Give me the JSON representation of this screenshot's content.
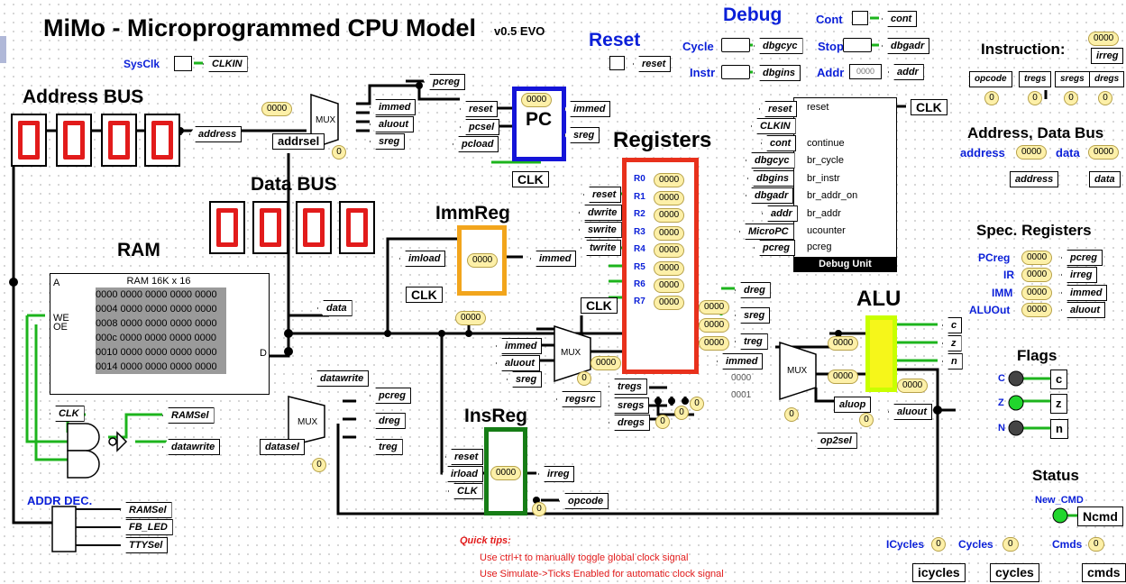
{
  "header": {
    "title": "MiMo - Microprogrammed CPU Model",
    "version": "v0.5 EVO"
  },
  "sections": {
    "address_bus": "Address BUS",
    "data_bus": "Data BUS",
    "ram": "RAM",
    "immreg": "ImmReg",
    "registers": "Registers",
    "alu": "ALU",
    "insreg": "InsReg",
    "pc": "PC",
    "debug": "Debug",
    "reset": "Reset",
    "instruction": "Instruction:",
    "addr_data_bus": "Address, Data Bus",
    "spec_regs": "Spec. Registers",
    "flags": "Flags",
    "status": "Status",
    "addr_dec": "ADDR DEC."
  },
  "clock": {
    "sysclk": "SysClk",
    "clkin": "CLKIN",
    "clk": "CLK"
  },
  "displays": {
    "address": [
      "0",
      "0",
      "0",
      "0"
    ],
    "data": [
      "0",
      "0",
      "0",
      "0"
    ]
  },
  "ram": {
    "title": "RAM 16K x 16",
    "pin_a": "A",
    "pin_we": "WE",
    "pin_oe": "OE",
    "pin_d": "D",
    "rows": [
      "0000 0000 0000 0000 0000",
      "0004 0000 0000 0000 0000",
      "0008 0000 0000 0000 0000",
      "000c 0000 0000 0000 0000",
      "0010 0000 0000 0000 0000",
      "0014 0000 0000 0000 0000"
    ]
  },
  "tags": {
    "address": "address",
    "data": "data",
    "datawrite": "datawrite",
    "pcreg": "pcreg",
    "dreg": "dreg",
    "treg": "treg",
    "datasel": "datasel",
    "addrsel": "addrsel",
    "immed": "immed",
    "aluout": "aluout",
    "sreg": "sreg",
    "reset": "reset",
    "pcsel": "pcsel",
    "pcload": "pcload",
    "imload": "imload",
    "dwrite": "dwrite",
    "swrite": "swrite",
    "twrite": "twrite",
    "regsrc": "regsrc",
    "tregs": "tregs",
    "sregs": "sregs",
    "dregs": "dregs",
    "irload": "irload",
    "irreg": "irreg",
    "opcode": "opcode",
    "aluop": "aluop",
    "op2sel": "op2sel",
    "ramsel": "RAMSel",
    "fb_led": "FB_LED",
    "ttysel": "TTYSel",
    "cycle": "Cycle",
    "instr": "Instr",
    "dbgcyc": "dbgcyc",
    "dbgins": "dbgins",
    "cont": "Cont",
    "stop": "Stop",
    "addr": "Addr",
    "cont_t": "cont",
    "dbgadr": "dbgadr",
    "addr_t": "addr",
    "c": "c",
    "z": "z",
    "n": "n",
    "Ncmd": "Ncmd",
    "new_cmd": "New_CMD",
    "icycles_l": "ICycles",
    "cycles_l": "Cycles",
    "cmds_l": "Cmds",
    "icycles": "icycles",
    "cycles": "cycles",
    "cmds": "cmds",
    "irreg_t": "irreg",
    "opcode_t": "opcode",
    "tregs_t": "tregs",
    "sregs_t": "sregs",
    "dregs_t": "dregs",
    "address_t": "address",
    "data_t": "data",
    "pcreg_t": "pcreg",
    "irreg2": "irreg",
    "immed_t": "immed",
    "aluout_t": "aluout",
    "MicroPC": "MicroPC",
    "CLKIN": "CLKIN"
  },
  "registers": {
    "names": [
      "R0",
      "R1",
      "R2",
      "R3",
      "R4",
      "R5",
      "R6",
      "R7"
    ],
    "values": [
      "0000",
      "0000",
      "0000",
      "0000",
      "0000",
      "0000",
      "0000",
      "0000"
    ]
  },
  "debug_unit": {
    "title": "Debug Unit",
    "inputs": [
      "reset",
      "CLKIN",
      "cont",
      "dbgcyc",
      "dbgins",
      "dbgadr",
      "addr",
      "MicroPC",
      "pcreg"
    ],
    "ports": [
      "reset",
      "continue",
      "br_cycle",
      "br_instr",
      "br_addr_on",
      "br_addr",
      "ucounter",
      "pcreg"
    ],
    "addr_val": "0000"
  },
  "values": {
    "hex": "0000",
    "zero": "0",
    "alt1": "0000",
    "alt2": "0001"
  },
  "spec_regs": {
    "labels": [
      "PCreg",
      "IR",
      "IMM",
      "ALUOut"
    ],
    "values": [
      "0000",
      "0000",
      "0000",
      "0000"
    ]
  },
  "flags": {
    "labels": [
      "C",
      "Z",
      "N"
    ],
    "tags": [
      "c",
      "z",
      "n"
    ]
  },
  "mux_label": "MUX",
  "tips": {
    "heading": "Quick tips:",
    "lines": [
      "Use ctrl+t to manually toggle global clock signal",
      "Use Simulate->Ticks Enabled for automatic clock signal"
    ]
  },
  "colors": {
    "wire_on": "#1db41d",
    "wire_off": "#000000",
    "pc": "#1414d8",
    "registers": "#e8311c",
    "immreg": "#f2a51c",
    "insreg": "#167d16",
    "alu": "#c9ff00",
    "segment": "#e21b1b",
    "label_blue": "#0a1fd8"
  }
}
